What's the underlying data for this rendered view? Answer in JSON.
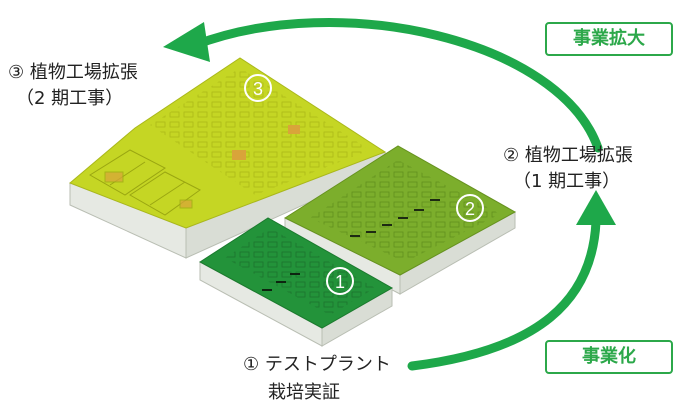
{
  "labels": {
    "phase3_line1": "③ 植物工場拡張",
    "phase3_line2": "（2 期工事）",
    "phase2_line1": "② 植物工場拡張",
    "phase2_line2": "（1 期工事）",
    "phase1_line1": "① テストプラント",
    "phase1_line2": "栽培実証"
  },
  "tags": {
    "expansion": "事業拡大",
    "commercialization": "事業化"
  },
  "building_markers": {
    "phase1": "1",
    "phase2": "2",
    "phase3": "3"
  },
  "colors": {
    "arrow": "#1ea84a",
    "tag": "#2ca84a",
    "phase1_floor": "#23933a",
    "phase2_floor": "#7cae2c",
    "phase3_floor": "#c5d624",
    "wall": "#e9ece8"
  },
  "icons": {
    "arrow_top": "curved-arrow-left-icon",
    "arrow_right": "curved-arrow-up-icon"
  }
}
